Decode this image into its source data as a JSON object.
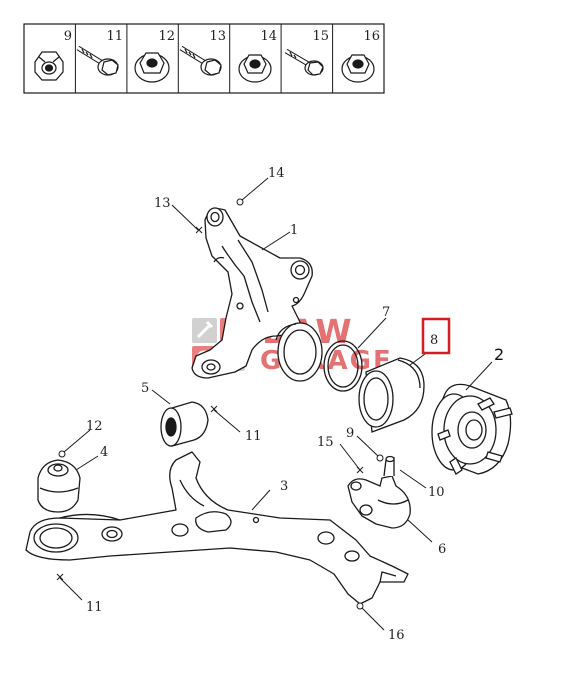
{
  "fastener_table": {
    "cells": [
      {
        "num": "9",
        "icon": "castle-nut-icon"
      },
      {
        "num": "11",
        "icon": "flange-bolt-icon"
      },
      {
        "num": "12",
        "icon": "flange-nut-icon"
      },
      {
        "num": "13",
        "icon": "flange-bolt-icon"
      },
      {
        "num": "14",
        "icon": "flange-nut-icon"
      },
      {
        "num": "15",
        "icon": "flange-bolt-icon"
      },
      {
        "num": "16",
        "icon": "flange-nut-icon"
      }
    ]
  },
  "callouts": {
    "c1": "1",
    "c2": "2",
    "c3": "3",
    "c4": "4",
    "c5": "5",
    "c6": "6",
    "c7": "7",
    "c8": "8",
    "c9": "9",
    "c10": "10",
    "c11a": "11",
    "c11b": "11",
    "c12": "12",
    "c13": "13",
    "c14": "14",
    "c15": "15",
    "c16": "16"
  },
  "watermark": {
    "line1": "BAW",
    "line2": "GARAGE"
  },
  "colors": {
    "line": "#1a1a1a",
    "highlight": "#d21f26",
    "watermark": "#e05a5a",
    "watermark_logo": "#c9c9c9"
  }
}
